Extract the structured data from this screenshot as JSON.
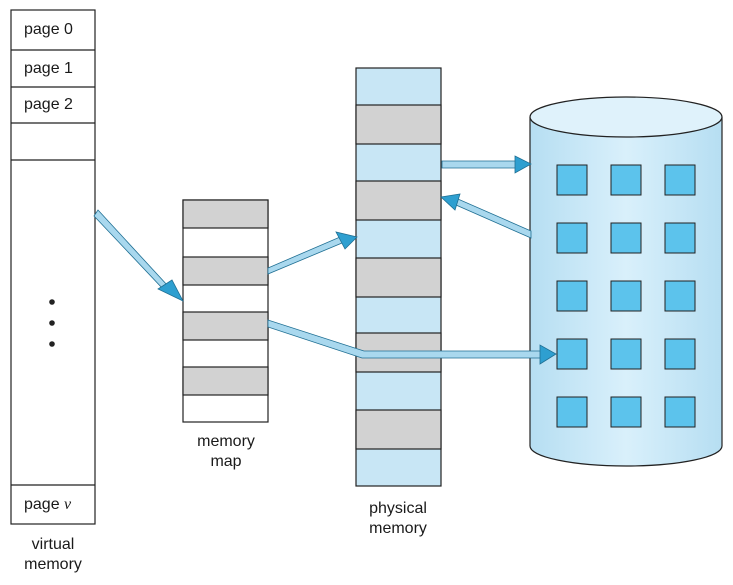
{
  "virtual_memory": {
    "pages": [
      "page 0",
      "page 1",
      "page 2"
    ],
    "last_page_prefix": "page",
    "last_page_var": "v",
    "label_line1": "virtual",
    "label_line2": "memory"
  },
  "memory_map": {
    "label_line1": "memory",
    "label_line2": "map"
  },
  "physical_memory": {
    "label_line1": "physical",
    "label_line2": "memory"
  },
  "colors": {
    "stroke": "#222222",
    "gray_block": "#d2d2d2",
    "physical_fill": "#c8e6f5",
    "disk_fill": "#c8e6f5",
    "disk_cell": "#5cc3ec",
    "arrow_fill": "#a9d8ee",
    "arrow_head": "#2e9fd0"
  }
}
